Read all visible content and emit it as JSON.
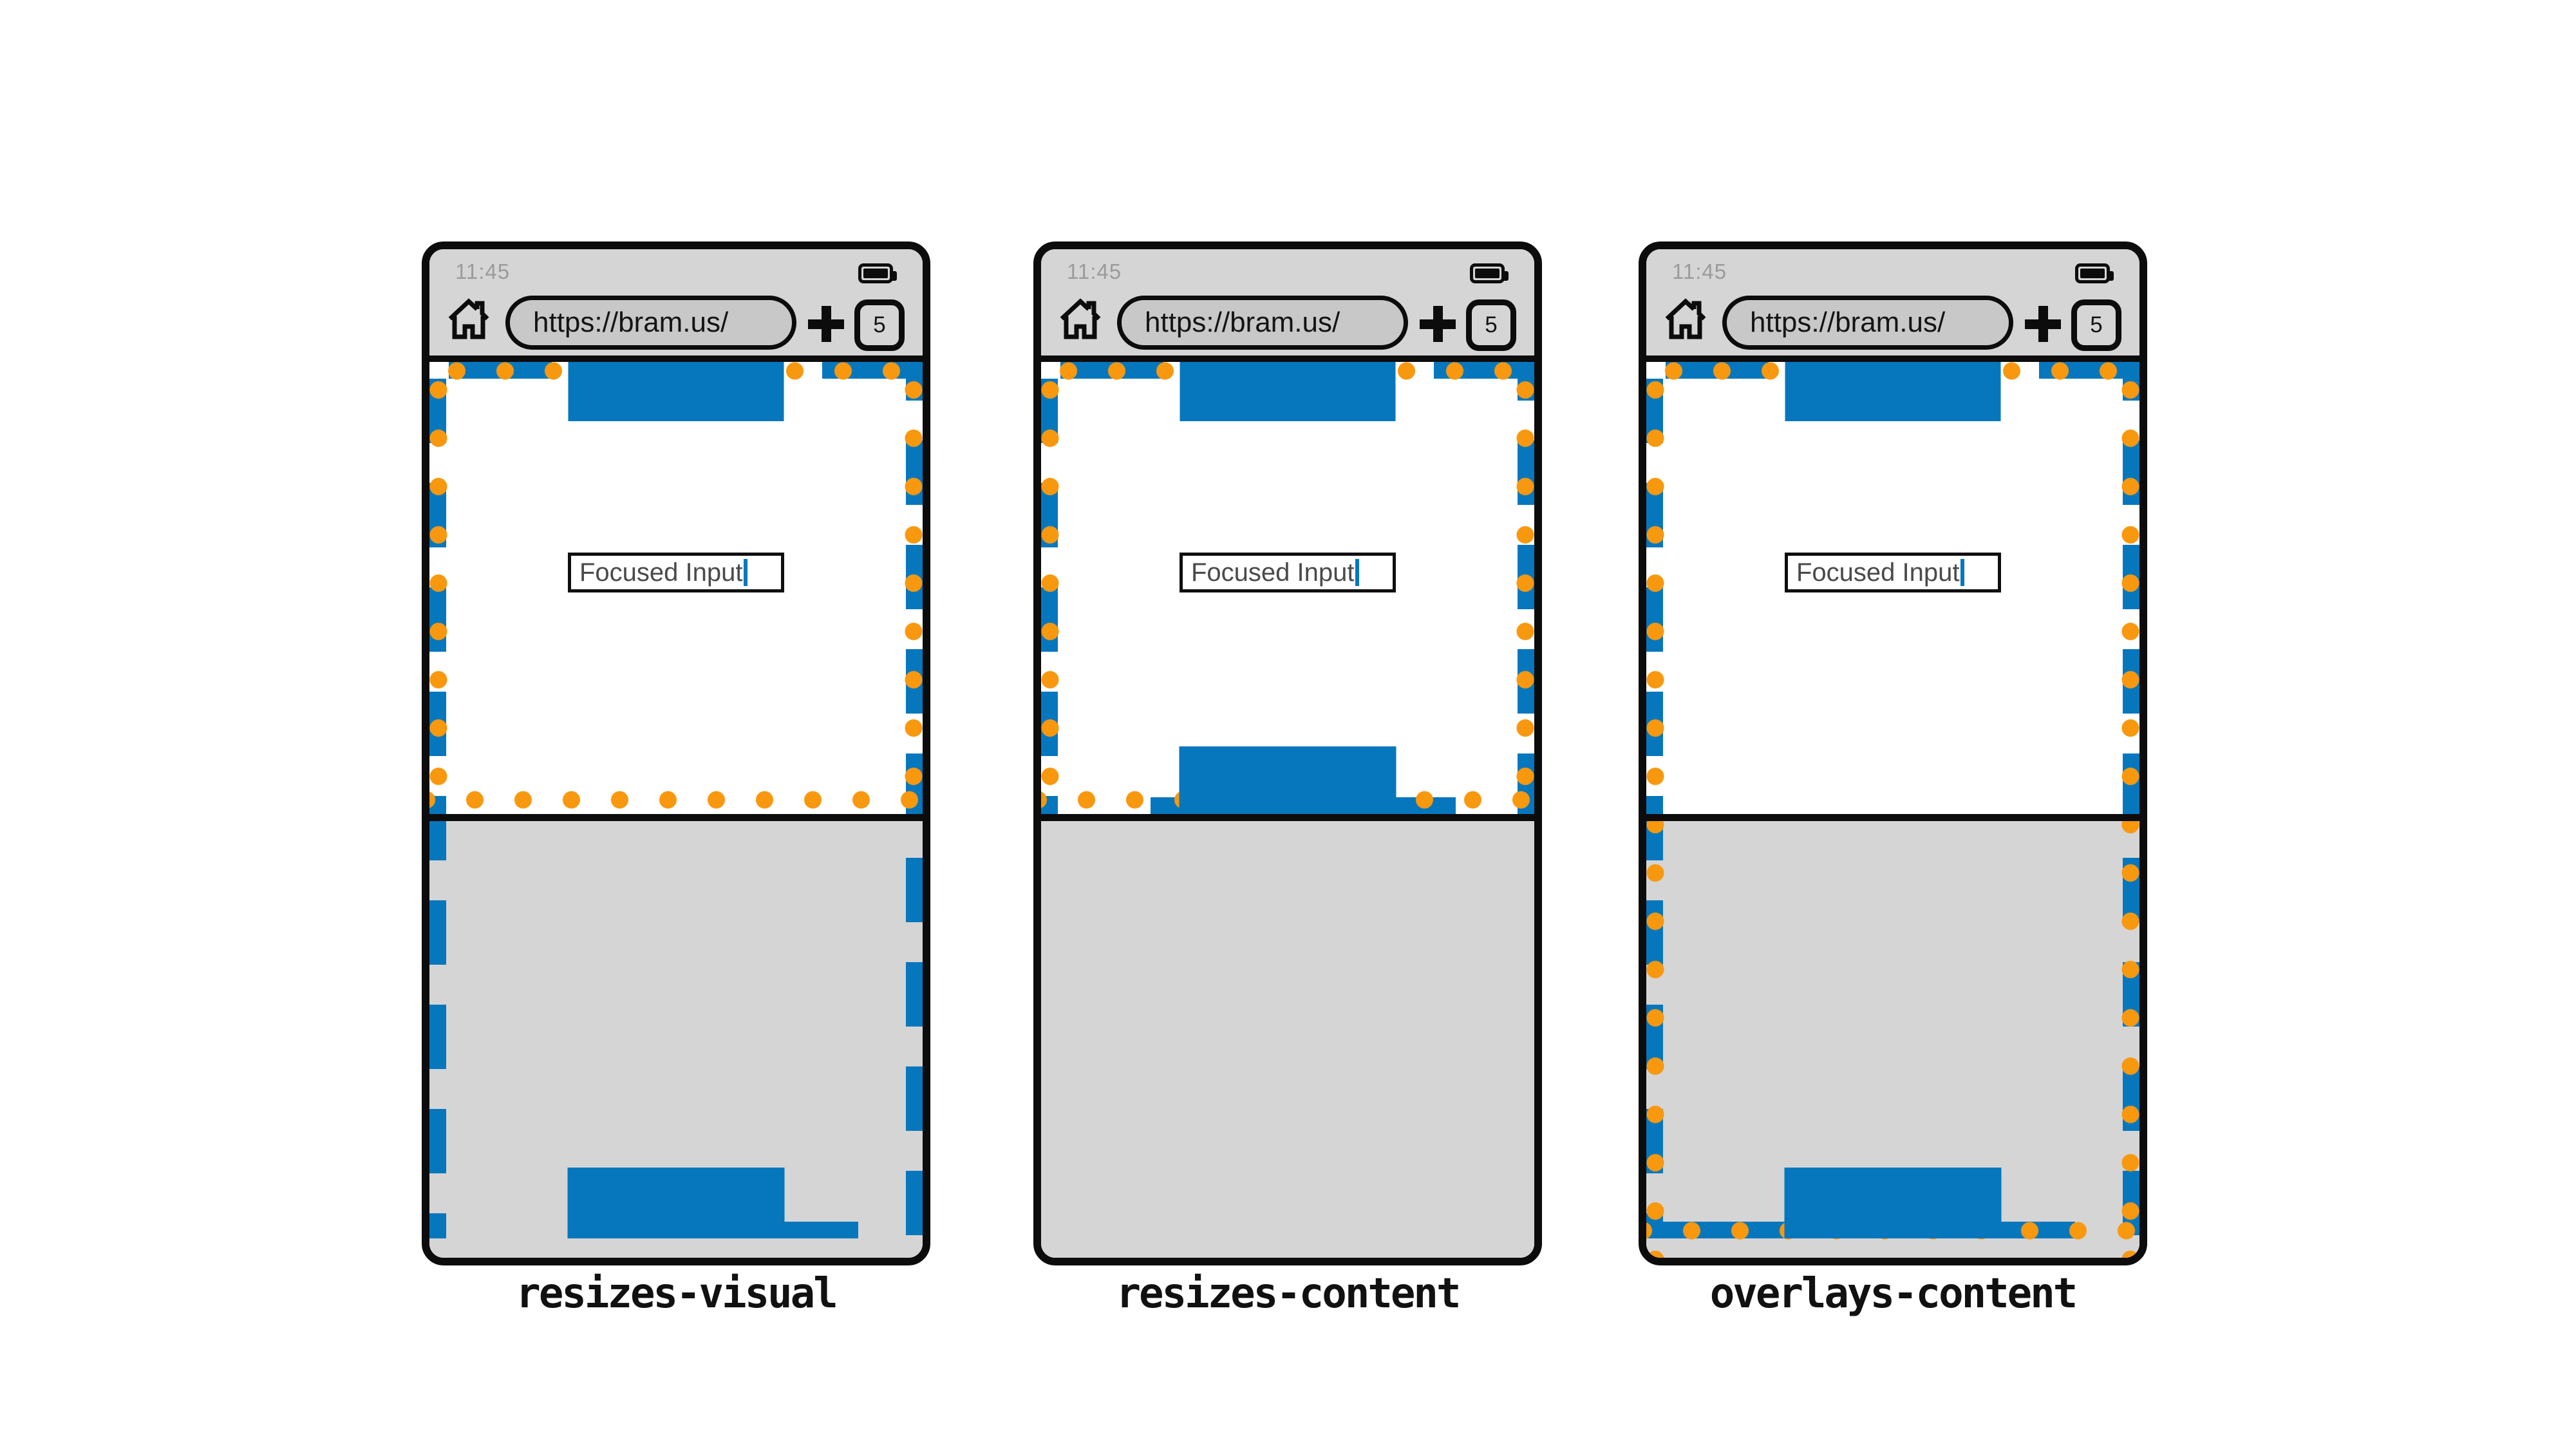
{
  "chrome": {
    "time": "11:45",
    "url": "https://bram.us/",
    "tab_count": "5",
    "icons": [
      "home-icon",
      "plus-icon",
      "tab-counter",
      "battery-full-icon"
    ]
  },
  "page": {
    "input_value": "Focused Input"
  },
  "phones": [
    {
      "label": "resizes-visual"
    },
    {
      "label": "resizes-content"
    },
    {
      "label": "overlays-content"
    }
  ],
  "colors": {
    "layout_viewport_blue": "#0677bd",
    "visual_viewport_orange": "#f8980f",
    "chrome_gray": "#d5d5d5",
    "url_pill_gray": "#c8c8c8",
    "frame_black": "#0c0c0c"
  }
}
